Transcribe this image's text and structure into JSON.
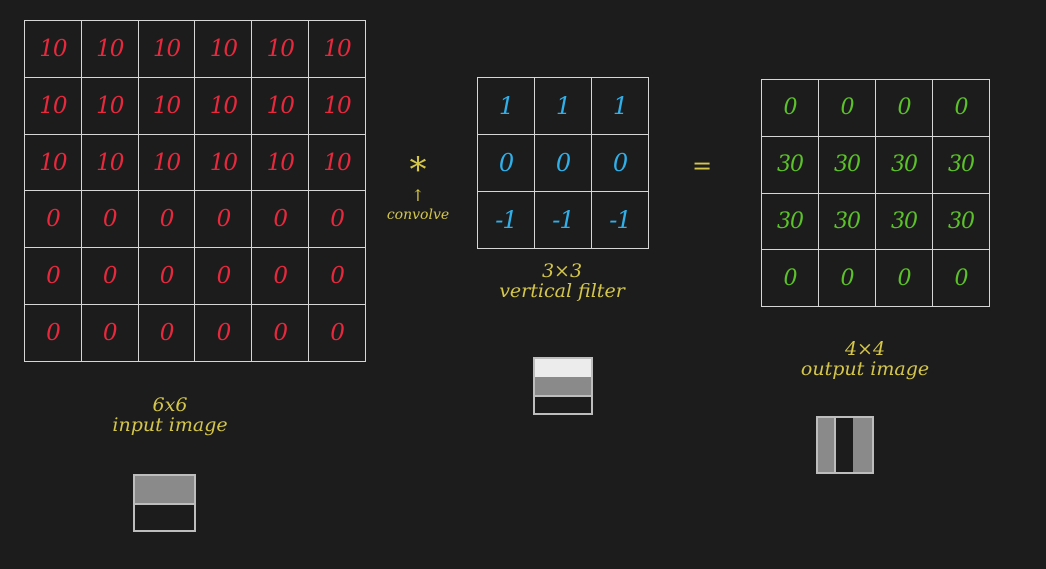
{
  "input_matrix": {
    "rows": [
      [
        "10",
        "10",
        "10",
        "10",
        "10",
        "10"
      ],
      [
        "10",
        "10",
        "10",
        "10",
        "10",
        "10"
      ],
      [
        "10",
        "10",
        "10",
        "10",
        "10",
        "10"
      ],
      [
        "0",
        "0",
        "0",
        "0",
        "0",
        "0"
      ],
      [
        "0",
        "0",
        "0",
        "0",
        "0",
        "0"
      ],
      [
        "0",
        "0",
        "0",
        "0",
        "0",
        "0"
      ]
    ],
    "label_line1": "6x6",
    "label_line2": "input image",
    "color": "#e8283c"
  },
  "operator": {
    "symbol": "*",
    "arrow": "↑",
    "label": "convolve",
    "equals": "="
  },
  "filter_matrix": {
    "rows": [
      [
        "1",
        "1",
        "1"
      ],
      [
        "0",
        "0",
        "0"
      ],
      [
        "-1",
        "-1",
        "-1"
      ]
    ],
    "label_line1": "3×3",
    "label_line2": "vertical filter",
    "color": "#2fb0ea"
  },
  "output_matrix": {
    "rows": [
      [
        "0",
        "0",
        "0",
        "0"
      ],
      [
        "30",
        "30",
        "30",
        "30"
      ],
      [
        "30",
        "30",
        "30",
        "30"
      ],
      [
        "0",
        "0",
        "0",
        "0"
      ]
    ],
    "label_line1": "4×4",
    "label_line2": "output image",
    "color": "#5cc229"
  },
  "colors": {
    "background": "#1c1c1c",
    "annotation": "#d4c64a",
    "grid": "#d6d6d6"
  }
}
